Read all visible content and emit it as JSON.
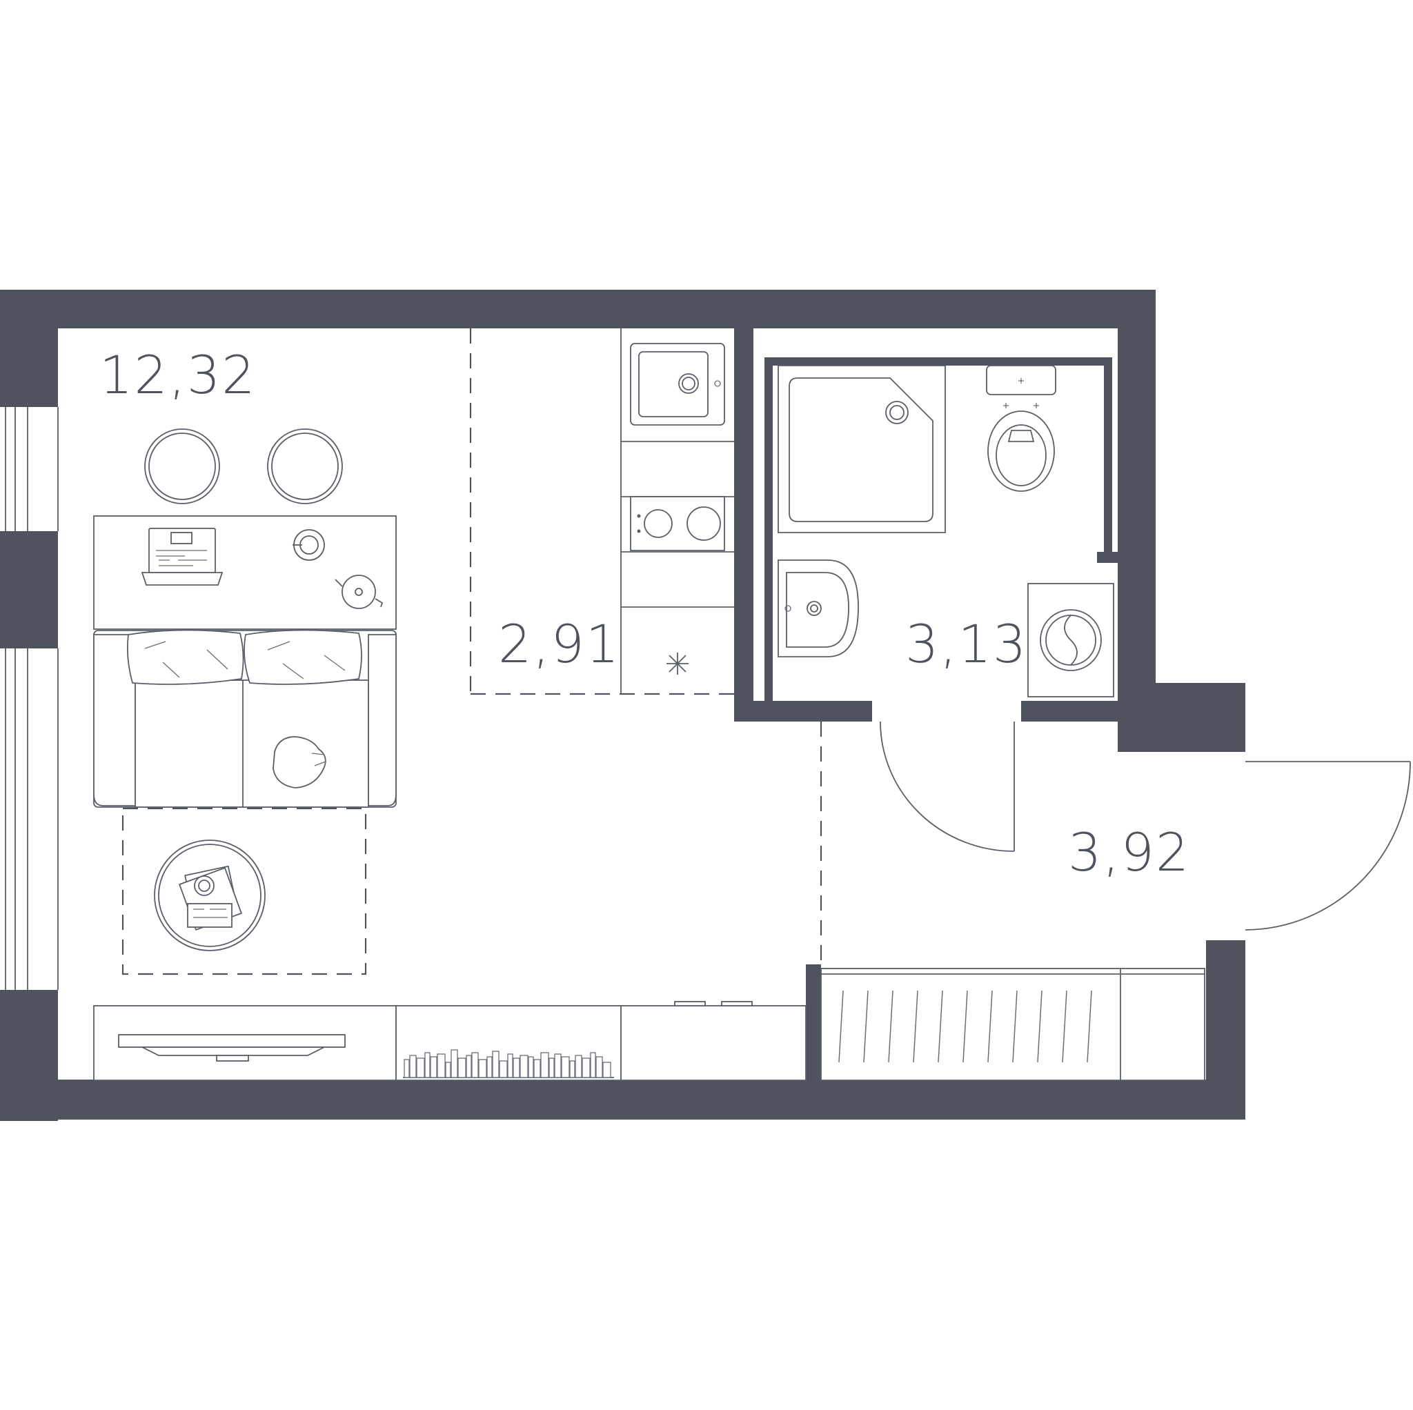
{
  "plan": {
    "wall_color": "#4f535e",
    "rooms": [
      {
        "id": "living-room",
        "area": "12,32"
      },
      {
        "id": "kitchen",
        "area": "2,91"
      },
      {
        "id": "bathroom",
        "area": "3,13"
      },
      {
        "id": "hallway",
        "area": "3,92"
      }
    ]
  }
}
